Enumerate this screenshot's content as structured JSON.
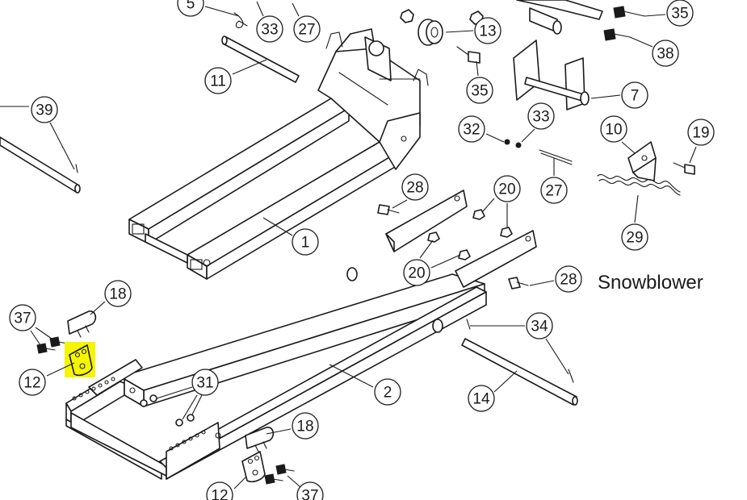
{
  "caption": "Snowblower",
  "highlight_color": "#f5f500",
  "callouts": [
    {
      "id": "c5",
      "label": "5"
    },
    {
      "id": "c33a",
      "label": "33"
    },
    {
      "id": "c27a",
      "label": "27"
    },
    {
      "id": "c13",
      "label": "13"
    },
    {
      "id": "c35a",
      "label": "35"
    },
    {
      "id": "c38",
      "label": "38"
    },
    {
      "id": "c11",
      "label": "11"
    },
    {
      "id": "c35b",
      "label": "35"
    },
    {
      "id": "c7",
      "label": "7"
    },
    {
      "id": "c39",
      "label": "39"
    },
    {
      "id": "c33b",
      "label": "33"
    },
    {
      "id": "c32",
      "label": "32"
    },
    {
      "id": "c10",
      "label": "10"
    },
    {
      "id": "c19",
      "label": "19"
    },
    {
      "id": "c27b",
      "label": "27"
    },
    {
      "id": "c28a",
      "label": "28"
    },
    {
      "id": "c20a",
      "label": "20"
    },
    {
      "id": "c29",
      "label": "29"
    },
    {
      "id": "c1",
      "label": "1"
    },
    {
      "id": "c20b",
      "label": "20"
    },
    {
      "id": "c28b",
      "label": "28"
    },
    {
      "id": "c18a",
      "label": "18"
    },
    {
      "id": "c37a",
      "label": "37"
    },
    {
      "id": "c34",
      "label": "34"
    },
    {
      "id": "c12a",
      "label": "12"
    },
    {
      "id": "c31",
      "label": "31"
    },
    {
      "id": "c2",
      "label": "2"
    },
    {
      "id": "c14",
      "label": "14"
    },
    {
      "id": "c18b",
      "label": "18"
    },
    {
      "id": "c12b",
      "label": "12"
    },
    {
      "id": "c37b",
      "label": "37"
    }
  ]
}
